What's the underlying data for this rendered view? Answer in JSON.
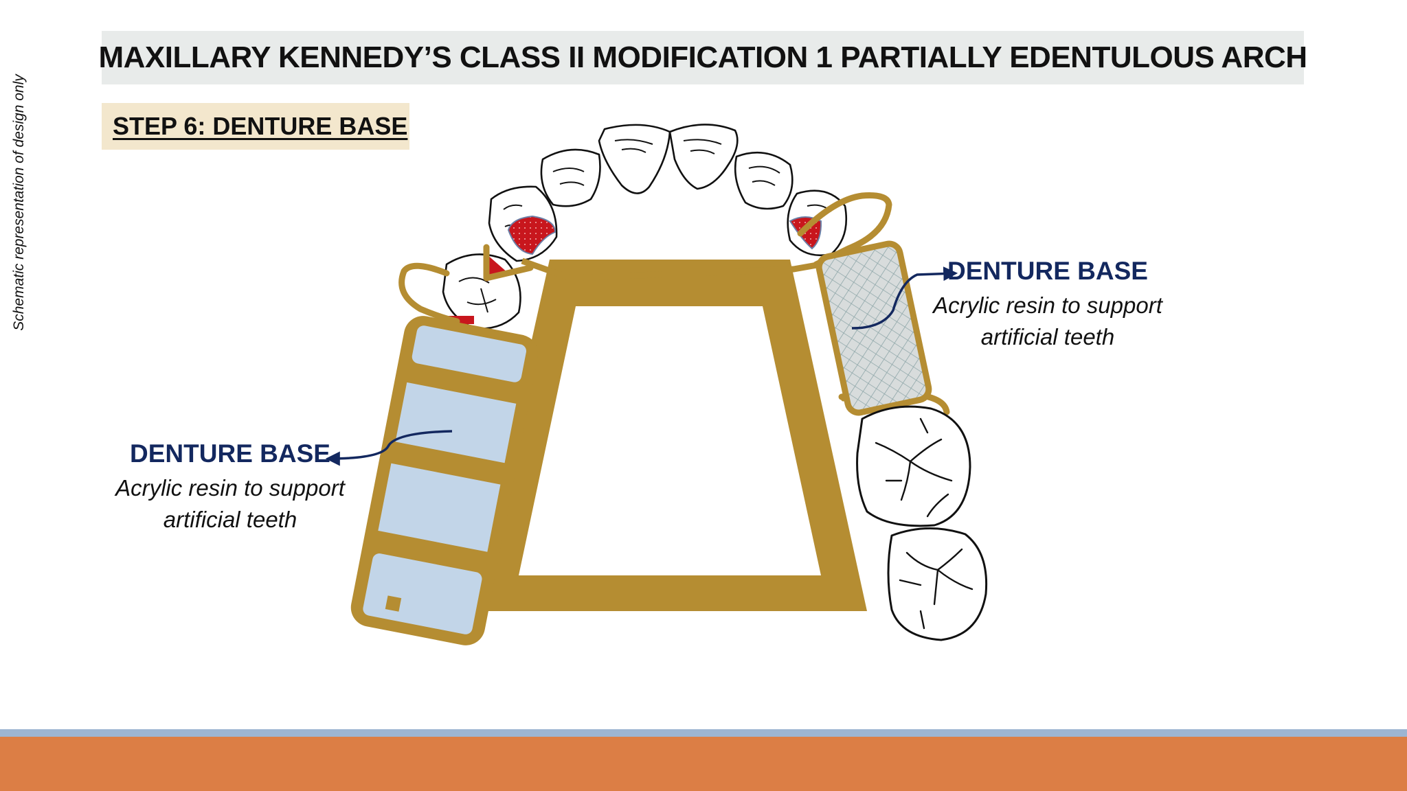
{
  "side_note": "Schematic representation of design only",
  "title": "MAXILLARY KENNEDY’S CLASS II MODIFICATION 1 PARTIALLY EDENTULOUS ARCH",
  "step": "STEP 6: DENTURE BASE",
  "labels": {
    "left": {
      "title": "DENTURE BASE",
      "line1": "Acrylic resin to support",
      "line2": "artificial teeth"
    },
    "right": {
      "title": "DENTURE BASE",
      "line1": "Acrylic resin to support",
      "line2": "artificial teeth"
    }
  },
  "colors": {
    "framework": "#b58d32",
    "denture_base_fill": "#c2d5e8",
    "mesh_fill": "#d8dcdc",
    "rest": "#c8161d",
    "label_text": "#13285f",
    "arrow": "#13285f",
    "title_bg": "#e8ebea",
    "step_bg": "#f3e7cd",
    "footer_orange": "#dc7e45",
    "footer_blue": "#9db5d2"
  }
}
